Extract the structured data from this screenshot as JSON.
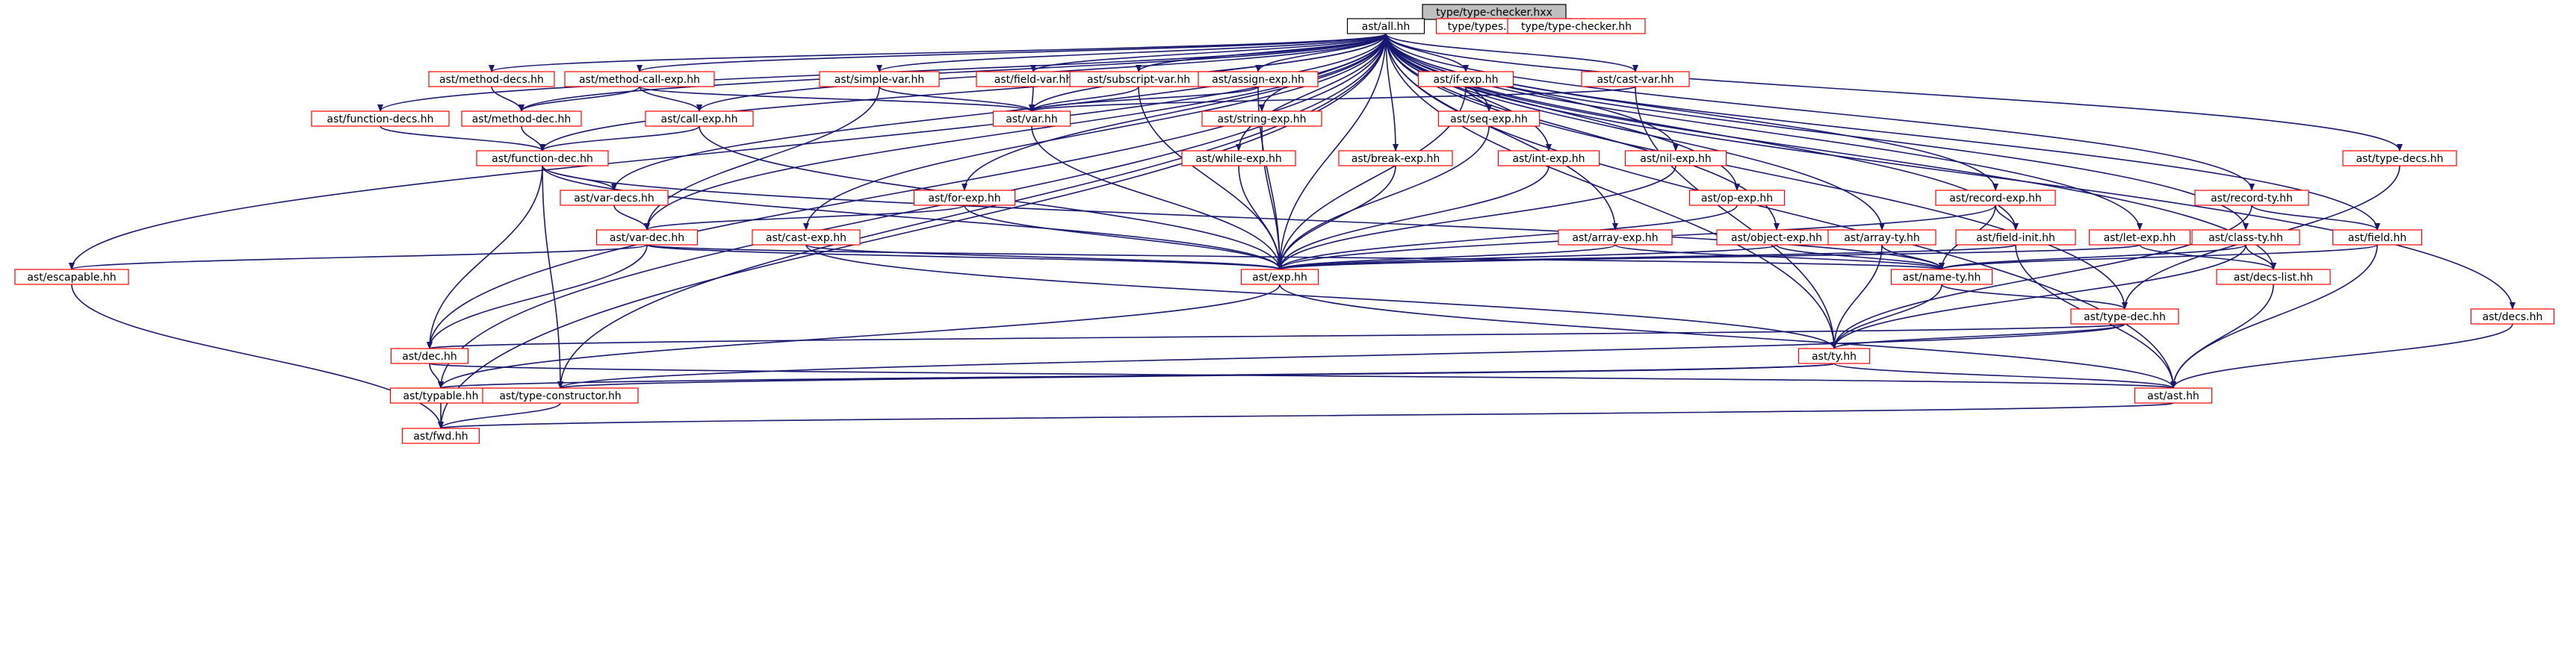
{
  "colors": {
    "edge": "#191970",
    "root_fill": "#bfbfbf",
    "root_stroke": "#000000",
    "main_stroke": "#000000",
    "node_stroke": "#ff0000",
    "node_fill": "#ffffff",
    "text": "#000000"
  },
  "nodes": [
    {
      "id": "type_checker",
      "label": "type/type-checker.hxx",
      "kind": "root"
    },
    {
      "id": "all",
      "label": "ast/all.hh",
      "kind": "main"
    },
    {
      "id": "types",
      "label": "type/types.hh",
      "kind": "link"
    },
    {
      "id": "type_checker_hh",
      "label": "type/type-checker.hh",
      "kind": "link"
    },
    {
      "id": "method_decs",
      "label": "ast/method-decs.hh",
      "kind": "link"
    },
    {
      "id": "method_call_exp",
      "label": "ast/method-call-exp.hh",
      "kind": "link"
    },
    {
      "id": "simple_var",
      "label": "ast/simple-var.hh",
      "kind": "link"
    },
    {
      "id": "field_var",
      "label": "ast/field-var.hh",
      "kind": "link"
    },
    {
      "id": "subscript_var",
      "label": "ast/subscript-var.hh",
      "kind": "link"
    },
    {
      "id": "assign_exp",
      "label": "ast/assign-exp.hh",
      "kind": "link"
    },
    {
      "id": "if_exp",
      "label": "ast/if-exp.hh",
      "kind": "link"
    },
    {
      "id": "cast_var",
      "label": "ast/cast-var.hh",
      "kind": "link"
    },
    {
      "id": "function_decs",
      "label": "ast/function-decs.hh",
      "kind": "link"
    },
    {
      "id": "method_dec",
      "label": "ast/method-dec.hh",
      "kind": "link"
    },
    {
      "id": "call_exp",
      "label": "ast/call-exp.hh",
      "kind": "link"
    },
    {
      "id": "var",
      "label": "ast/var.hh",
      "kind": "link"
    },
    {
      "id": "string_exp",
      "label": "ast/string-exp.hh",
      "kind": "link"
    },
    {
      "id": "seq_exp",
      "label": "ast/seq-exp.hh",
      "kind": "link"
    },
    {
      "id": "function_dec",
      "label": "ast/function-dec.hh",
      "kind": "link"
    },
    {
      "id": "while_exp",
      "label": "ast/while-exp.hh",
      "kind": "link"
    },
    {
      "id": "break_exp",
      "label": "ast/break-exp.hh",
      "kind": "link"
    },
    {
      "id": "int_exp",
      "label": "ast/int-exp.hh",
      "kind": "link"
    },
    {
      "id": "nil_exp",
      "label": "ast/nil-exp.hh",
      "kind": "link"
    },
    {
      "id": "type_decs",
      "label": "ast/type-decs.hh",
      "kind": "link"
    },
    {
      "id": "var_decs",
      "label": "ast/var-decs.hh",
      "kind": "link"
    },
    {
      "id": "for_exp",
      "label": "ast/for-exp.hh",
      "kind": "link"
    },
    {
      "id": "op_exp",
      "label": "ast/op-exp.hh",
      "kind": "link"
    },
    {
      "id": "record_exp",
      "label": "ast/record-exp.hh",
      "kind": "link"
    },
    {
      "id": "record_ty",
      "label": "ast/record-ty.hh",
      "kind": "link"
    },
    {
      "id": "var_dec",
      "label": "ast/var-dec.hh",
      "kind": "link"
    },
    {
      "id": "cast_exp",
      "label": "ast/cast-exp.hh",
      "kind": "link"
    },
    {
      "id": "array_exp",
      "label": "ast/array-exp.hh",
      "kind": "link"
    },
    {
      "id": "object_exp",
      "label": "ast/object-exp.hh",
      "kind": "link"
    },
    {
      "id": "array_ty",
      "label": "ast/array-ty.hh",
      "kind": "link"
    },
    {
      "id": "field_init",
      "label": "ast/field-init.hh",
      "kind": "link"
    },
    {
      "id": "let_exp",
      "label": "ast/let-exp.hh",
      "kind": "link"
    },
    {
      "id": "class_ty",
      "label": "ast/class-ty.hh",
      "kind": "link"
    },
    {
      "id": "field",
      "label": "ast/field.hh",
      "kind": "link"
    },
    {
      "id": "escapable",
      "label": "ast/escapable.hh",
      "kind": "link"
    },
    {
      "id": "exp",
      "label": "ast/exp.hh",
      "kind": "link"
    },
    {
      "id": "name_ty",
      "label": "ast/name-ty.hh",
      "kind": "link"
    },
    {
      "id": "decs_list",
      "label": "ast/decs-list.hh",
      "kind": "link"
    },
    {
      "id": "type_dec",
      "label": "ast/type-dec.hh",
      "kind": "link"
    },
    {
      "id": "decs",
      "label": "ast/decs.hh",
      "kind": "link"
    },
    {
      "id": "dec",
      "label": "ast/dec.hh",
      "kind": "link"
    },
    {
      "id": "ty",
      "label": "ast/ty.hh",
      "kind": "link"
    },
    {
      "id": "typable",
      "label": "ast/typable.hh",
      "kind": "link"
    },
    {
      "id": "type_constructor",
      "label": "ast/type-constructor.hh",
      "kind": "link"
    },
    {
      "id": "ast",
      "label": "ast/ast.hh",
      "kind": "link"
    },
    {
      "id": "fwd",
      "label": "ast/fwd.hh",
      "kind": "link"
    }
  ],
  "edges": [
    [
      "type_checker",
      "all"
    ],
    [
      "type_checker",
      "types"
    ],
    [
      "type_checker",
      "type_checker_hh"
    ],
    [
      "type_checker_hh",
      "type_checker"
    ],
    [
      "all",
      "method_decs"
    ],
    [
      "all",
      "method_call_exp"
    ],
    [
      "all",
      "simple_var"
    ],
    [
      "all",
      "field_var"
    ],
    [
      "all",
      "subscript_var"
    ],
    [
      "all",
      "assign_exp"
    ],
    [
      "all",
      "if_exp"
    ],
    [
      "all",
      "cast_var"
    ],
    [
      "all",
      "function_decs"
    ],
    [
      "all",
      "method_dec"
    ],
    [
      "all",
      "call_exp"
    ],
    [
      "all",
      "var"
    ],
    [
      "all",
      "string_exp"
    ],
    [
      "all",
      "seq_exp"
    ],
    [
      "all",
      "function_dec"
    ],
    [
      "all",
      "while_exp"
    ],
    [
      "all",
      "break_exp"
    ],
    [
      "all",
      "int_exp"
    ],
    [
      "all",
      "nil_exp"
    ],
    [
      "all",
      "type_decs"
    ],
    [
      "all",
      "var_decs"
    ],
    [
      "all",
      "for_exp"
    ],
    [
      "all",
      "op_exp"
    ],
    [
      "all",
      "record_exp"
    ],
    [
      "all",
      "record_ty"
    ],
    [
      "all",
      "var_dec"
    ],
    [
      "all",
      "cast_exp"
    ],
    [
      "all",
      "array_exp"
    ],
    [
      "all",
      "object_exp"
    ],
    [
      "all",
      "array_ty"
    ],
    [
      "all",
      "field_init"
    ],
    [
      "all",
      "let_exp"
    ],
    [
      "all",
      "class_ty"
    ],
    [
      "all",
      "field"
    ],
    [
      "all",
      "escapable"
    ],
    [
      "all",
      "exp"
    ],
    [
      "all",
      "decs_list"
    ],
    [
      "all",
      "type_dec"
    ],
    [
      "all",
      "decs"
    ],
    [
      "all",
      "dec"
    ],
    [
      "all",
      "ty"
    ],
    [
      "all",
      "typable"
    ],
    [
      "all",
      "type_constructor"
    ],
    [
      "all",
      "ast"
    ],
    [
      "all",
      "fwd"
    ],
    [
      "method_decs",
      "method_dec"
    ],
    [
      "method_call_exp",
      "method_dec"
    ],
    [
      "method_call_exp",
      "call_exp"
    ],
    [
      "method_call_exp",
      "var"
    ],
    [
      "simple_var",
      "var"
    ],
    [
      "simple_var",
      "var_dec"
    ],
    [
      "field_var",
      "var"
    ],
    [
      "subscript_var",
      "var"
    ],
    [
      "subscript_var",
      "exp"
    ],
    [
      "assign_exp",
      "var"
    ],
    [
      "assign_exp",
      "exp"
    ],
    [
      "if_exp",
      "seq_exp"
    ],
    [
      "if_exp",
      "exp"
    ],
    [
      "cast_var",
      "var"
    ],
    [
      "cast_var",
      "ty"
    ],
    [
      "function_decs",
      "function_dec"
    ],
    [
      "method_dec",
      "function_dec"
    ],
    [
      "call_exp",
      "function_dec"
    ],
    [
      "call_exp",
      "exp"
    ],
    [
      "var",
      "exp"
    ],
    [
      "string_exp",
      "exp"
    ],
    [
      "seq_exp",
      "exp"
    ],
    [
      "function_dec",
      "var_decs"
    ],
    [
      "function_dec",
      "dec"
    ],
    [
      "function_dec",
      "exp"
    ],
    [
      "function_dec",
      "name_ty"
    ],
    [
      "function_dec",
      "type_constructor"
    ],
    [
      "while_exp",
      "exp"
    ],
    [
      "break_exp",
      "exp"
    ],
    [
      "int_exp",
      "exp"
    ],
    [
      "nil_exp",
      "exp"
    ],
    [
      "type_decs",
      "type_dec"
    ],
    [
      "var_decs",
      "var_dec"
    ],
    [
      "for_exp",
      "var_dec"
    ],
    [
      "for_exp",
      "exp"
    ],
    [
      "op_exp",
      "exp"
    ],
    [
      "record_exp",
      "exp"
    ],
    [
      "record_exp",
      "field_init"
    ],
    [
      "record_exp",
      "name_ty"
    ],
    [
      "record_ty",
      "field"
    ],
    [
      "record_ty",
      "ty"
    ],
    [
      "var_dec",
      "escapable"
    ],
    [
      "var_dec",
      "dec"
    ],
    [
      "var_dec",
      "exp"
    ],
    [
      "var_dec",
      "name_ty"
    ],
    [
      "cast_exp",
      "exp"
    ],
    [
      "cast_exp",
      "ty"
    ],
    [
      "array_exp",
      "exp"
    ],
    [
      "array_exp",
      "name_ty"
    ],
    [
      "object_exp",
      "exp"
    ],
    [
      "object_exp",
      "name_ty"
    ],
    [
      "array_ty",
      "name_ty"
    ],
    [
      "array_ty",
      "ty"
    ],
    [
      "field_init",
      "exp"
    ],
    [
      "field_init",
      "ast"
    ],
    [
      "let_exp",
      "exp"
    ],
    [
      "let_exp",
      "decs_list"
    ],
    [
      "class_ty",
      "decs_list"
    ],
    [
      "class_ty",
      "name_ty"
    ],
    [
      "class_ty",
      "ty"
    ],
    [
      "field",
      "name_ty"
    ],
    [
      "field",
      "ast"
    ],
    [
      "escapable",
      "fwd"
    ],
    [
      "exp",
      "typable"
    ],
    [
      "exp",
      "ast"
    ],
    [
      "name_ty",
      "type_dec"
    ],
    [
      "name_ty",
      "ty"
    ],
    [
      "decs_list",
      "ast"
    ],
    [
      "type_dec",
      "dec"
    ],
    [
      "type_dec",
      "ty"
    ],
    [
      "type_dec",
      "type_constructor"
    ],
    [
      "decs",
      "ast"
    ],
    [
      "dec",
      "typable"
    ],
    [
      "dec",
      "ast"
    ],
    [
      "ty",
      "typable"
    ],
    [
      "ty",
      "type_constructor"
    ],
    [
      "ty",
      "ast"
    ],
    [
      "typable",
      "fwd"
    ],
    [
      "type_constructor",
      "fwd"
    ],
    [
      "ast",
      "fwd"
    ]
  ]
}
